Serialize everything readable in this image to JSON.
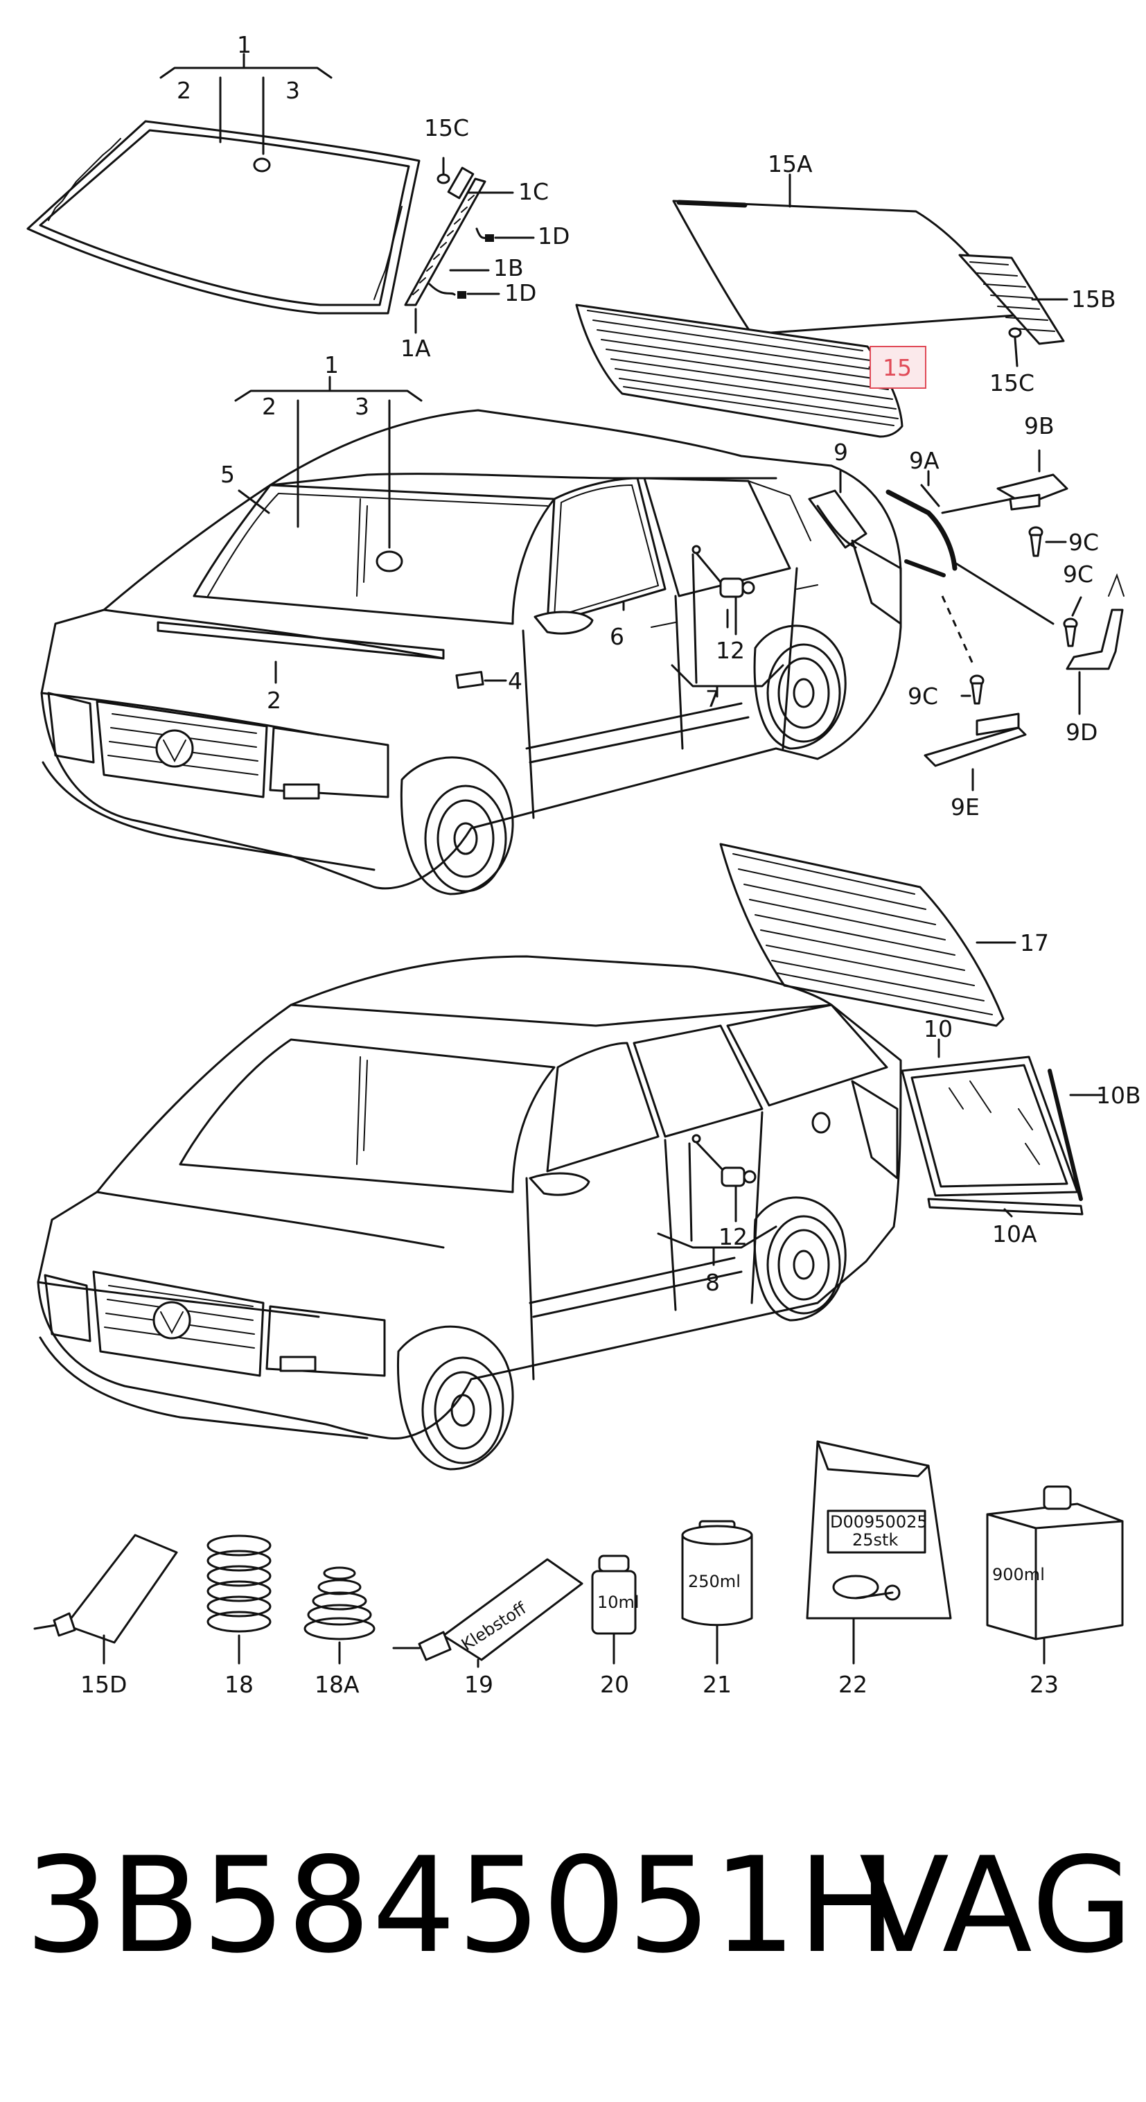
{
  "diagram": {
    "callouts": {
      "c1_top": "1",
      "c2_top": "2",
      "c3_top": "3",
      "c15c_top": "15C",
      "c1c": "1C",
      "c1d_a": "1D",
      "c1b": "1B",
      "c1d_b": "1D",
      "c1a": "1A",
      "c15a": "15A",
      "c15b": "15B",
      "c15": "15",
      "c15c_b": "15C",
      "c1_mid": "1",
      "c2_mid": "2",
      "c3_mid": "3",
      "c5": "5",
      "c9": "9",
      "c9a": "9A",
      "c9b": "9B",
      "c9c_a": "9C",
      "c9c_b": "9C",
      "c9c_c": "9C",
      "c9d": "9D",
      "c9e": "9E",
      "c6": "6",
      "c12_a": "12",
      "c7": "7",
      "c2_low": "2",
      "c4": "4",
      "c17": "17",
      "c10": "10",
      "c10b": "10B",
      "c10a": "10A",
      "c12_b": "12",
      "c8": "8",
      "c15d": "15D",
      "c18": "18",
      "c18a": "18A",
      "c19": "19",
      "c20": "20",
      "c21": "21",
      "c22": "22",
      "c23": "23"
    },
    "product_labels": {
      "tube_19": "Klebstoff",
      "bottle_20": "10ml",
      "can_21": "250ml",
      "bag_22_line1": "D00950025",
      "bag_22_line2": "25stk",
      "bottle_23": "900ml"
    },
    "highlight_color": "#e04a57"
  },
  "footer": {
    "part_number": "3B5845051H",
    "manufacturer": "VAG"
  }
}
